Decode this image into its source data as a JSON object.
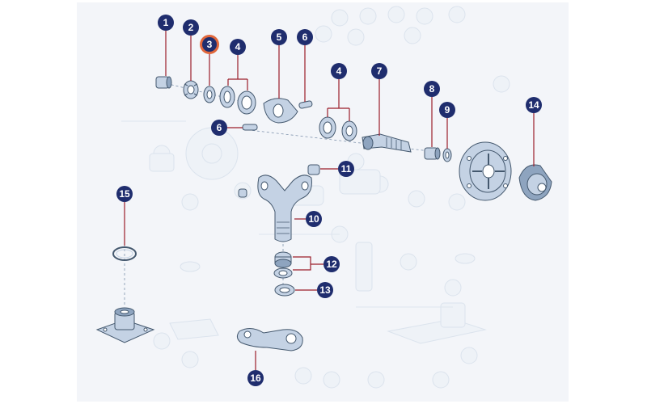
{
  "colors": {
    "background": "#ffffff",
    "panel": "#f3f5f9",
    "callout_fill": "#1f2d6e",
    "callout_highlight_ring": "#e0673c",
    "leader_line": "#9a1d2a",
    "part_fill": "#c4d2e4",
    "part_outline": "#44586e"
  },
  "callouts": [
    {
      "id": "c1",
      "label": "1"
    },
    {
      "id": "c2",
      "label": "2"
    },
    {
      "id": "c3",
      "label": "3",
      "highlighted": true
    },
    {
      "id": "c4a",
      "label": "4"
    },
    {
      "id": "c5",
      "label": "5"
    },
    {
      "id": "c6a",
      "label": "6"
    },
    {
      "id": "c4b",
      "label": "4"
    },
    {
      "id": "c7",
      "label": "7"
    },
    {
      "id": "c8",
      "label": "8"
    },
    {
      "id": "c6b",
      "label": "6"
    },
    {
      "id": "c9",
      "label": "9"
    },
    {
      "id": "c14",
      "label": "14"
    },
    {
      "id": "c11",
      "label": "11"
    },
    {
      "id": "c15",
      "label": "15"
    },
    {
      "id": "c10",
      "label": "10"
    },
    {
      "id": "c12",
      "label": "12"
    },
    {
      "id": "c13",
      "label": "13"
    },
    {
      "id": "c16",
      "label": "16"
    }
  ]
}
